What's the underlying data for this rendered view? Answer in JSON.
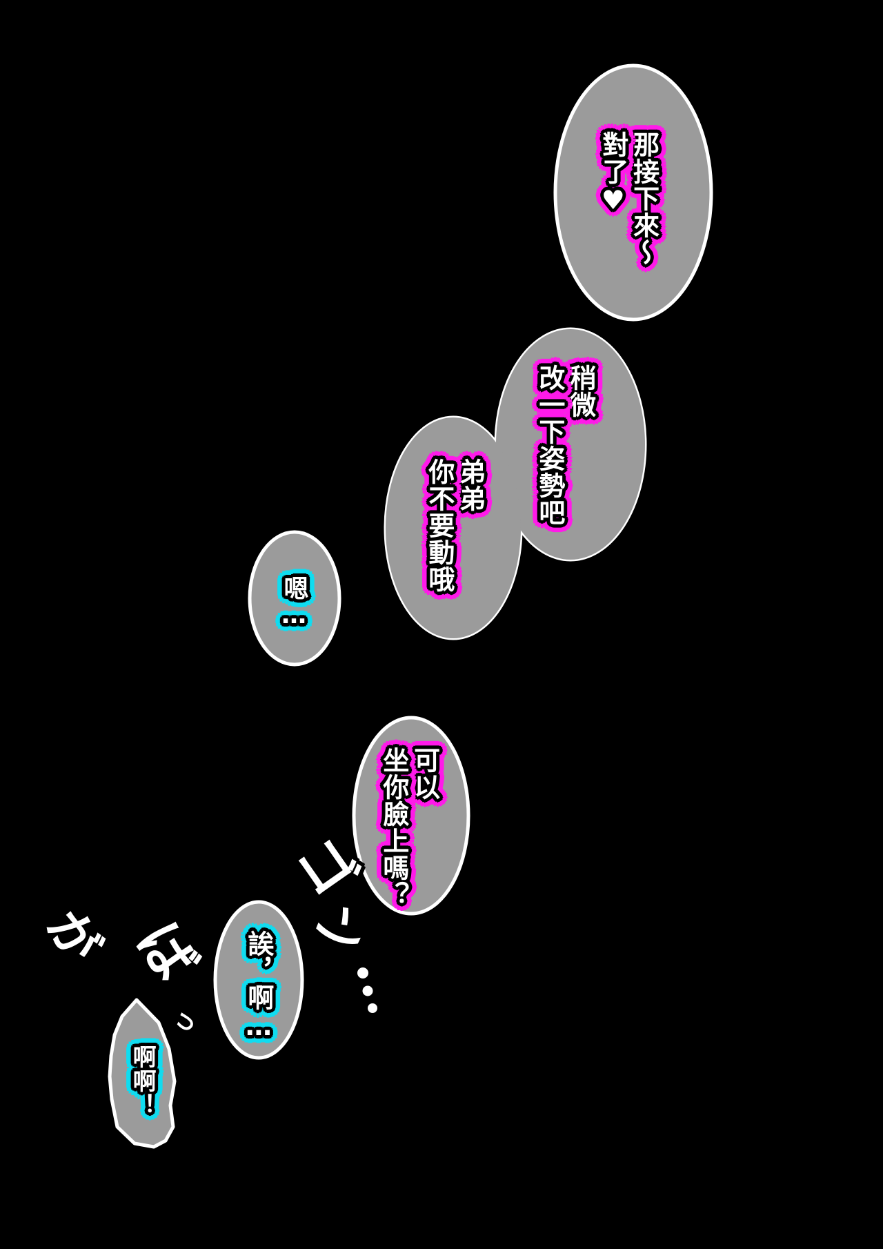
{
  "colors": {
    "background": "#000000",
    "bubble_fill": "#9b9b9b",
    "bubble_border": "#ffffff",
    "text_fill": "#ffffff",
    "text_outline": "#000000",
    "glow_magenta": "#ff1ae9",
    "glow_cyan": "#10dcf0"
  },
  "bubbles": [
    {
      "id": 1,
      "glow": "magenta",
      "text": "那接下來～\n對了♥"
    },
    {
      "id": 2,
      "glow": "magenta",
      "text": "稍微\n改一下姿勢吧"
    },
    {
      "id": 3,
      "glow": "magenta",
      "text": "弟弟\n你不要動哦"
    },
    {
      "id": 4,
      "glow": "cyan",
      "text": "嗯…"
    },
    {
      "id": 5,
      "glow": "magenta",
      "text": "可以\n坐你臉上嗎？"
    },
    {
      "id": 6,
      "glow": "cyan",
      "text": "誒，啊…"
    },
    {
      "id": 7,
      "glow": "cyan",
      "text": "啊啊！"
    }
  ],
  "sfx": [
    {
      "name": "gaba",
      "text": "がばっ",
      "chars": [
        "が",
        "ば",
        "っ"
      ]
    },
    {
      "name": "gon",
      "text": "ゴン…",
      "chars": [
        "ゴ",
        "ン",
        "…"
      ]
    }
  ]
}
